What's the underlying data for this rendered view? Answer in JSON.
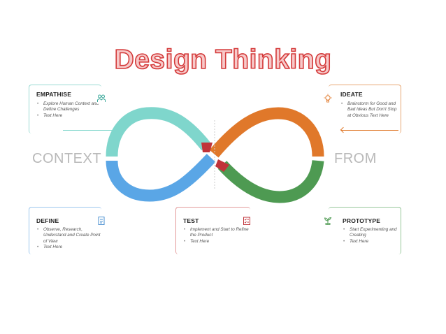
{
  "title": "Design Thinking",
  "left_label": "CONTEXT",
  "right_label": "FROM",
  "colors": {
    "teal": "#7fd6cc",
    "blue": "#5aa6e6",
    "orange": "#e0782a",
    "green": "#4e9a52",
    "red": "#c0333a",
    "title_fill": "#f7c9c9",
    "title_stroke": "#d43a3a"
  },
  "cards": {
    "empathise": {
      "title": "EMPATHISE",
      "items": [
        "Explore Human Context and Define Challenges",
        "Text Here"
      ],
      "icon": "people-icon"
    },
    "ideate": {
      "title": "IDEATE",
      "items": [
        "Brainstorm for Good and Bad Ideas But Don't Stop at Obvious Text Here"
      ],
      "icon": "lightbulb-icon"
    },
    "define": {
      "title": "DEFINE",
      "items": [
        "Observe, Research, Understand and Create Point of View",
        "Text Here"
      ],
      "icon": "document-icon"
    },
    "test": {
      "title": "TEST",
      "items": [
        "Implement and Start to Refine the Product",
        "Text Here"
      ],
      "icon": "checklist-icon"
    },
    "prototype": {
      "title": "PROTOTYPE",
      "items": [
        "Start Experimenting and Creating",
        "Text Here"
      ],
      "icon": "plant-icon"
    }
  }
}
